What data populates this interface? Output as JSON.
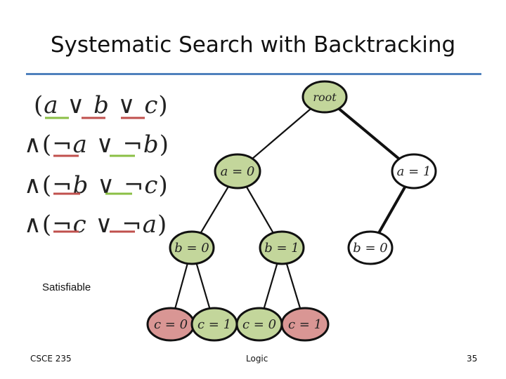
{
  "slide": {
    "title": "Systematic Search with Backtracking",
    "status": "Satisfiable",
    "footer_left": "CSCE 235",
    "footer_center": "Logic",
    "page_number": "35",
    "rule_color": "#4f81bd"
  },
  "formula": {
    "lines": [
      [
        "(",
        "a",
        " ∨ ",
        "b",
        " ∨ ",
        "c",
        ")"
      ],
      [
        "∧(",
        "¬a",
        " ∨ ",
        "¬b",
        ")"
      ],
      [
        "∧(",
        "¬b",
        " ∨ ",
        "¬c",
        ")"
      ],
      [
        "∧(",
        "¬c",
        " ∨ ",
        "¬a",
        ")"
      ]
    ],
    "underline_colors": {
      "satisfied": "#8bbf45",
      "falsified": "#c0504d"
    }
  },
  "tree": {
    "nodes": [
      {
        "id": "root",
        "label": "root",
        "status": "green"
      },
      {
        "id": "a0",
        "label": "a = 0",
        "status": "green"
      },
      {
        "id": "a1",
        "label": "a = 1",
        "status": "white"
      },
      {
        "id": "a0b0",
        "label": "b = 0",
        "status": "green"
      },
      {
        "id": "a0b1",
        "label": "b = 1",
        "status": "green"
      },
      {
        "id": "a1b0",
        "label": "b = 0",
        "status": "white"
      },
      {
        "id": "a0b0c0",
        "label": "c = 0",
        "status": "red"
      },
      {
        "id": "a0b0c1",
        "label": "c = 1",
        "status": "green"
      },
      {
        "id": "a0b1c0",
        "label": "c = 0",
        "status": "green"
      },
      {
        "id": "a0b1c1",
        "label": "c = 1",
        "status": "red"
      }
    ],
    "edges": [
      [
        "root",
        "a0"
      ],
      [
        "root",
        "a1"
      ],
      [
        "a0",
        "a0b0"
      ],
      [
        "a0",
        "a0b1"
      ],
      [
        "a1",
        "a1b0"
      ],
      [
        "a0b0",
        "a0b0c0"
      ],
      [
        "a0b0",
        "a0b0c1"
      ],
      [
        "a0b1",
        "a0b1c0"
      ],
      [
        "a0b1",
        "a0b1c1"
      ]
    ],
    "colors": {
      "green": "#c3d69b",
      "white": "#ffffff",
      "red": "#d99694"
    }
  }
}
